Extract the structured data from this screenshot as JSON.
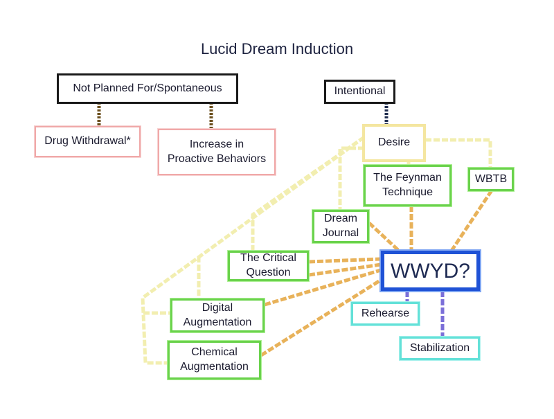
{
  "title": "Lucid Dream Induction",
  "colors": {
    "black": "#1a1a1a",
    "pink": "#f0a8a8",
    "yellow": "#f4e6a0",
    "green": "#6ad24c",
    "cyan": "#63e1d8",
    "blue": "#1f52d6",
    "orange_link": "#e8b25a",
    "purple_link": "#7b6fd8",
    "brown_link": "#6b4f1e",
    "navy_link": "#1f2d4f"
  },
  "nodes": {
    "not_planned": "Not Planned For/Spontaneous",
    "intentional": "Intentional",
    "drug_withdrawal": "Drug Withdrawal*",
    "proactive": "Increase in\nProactive Behaviors",
    "desire": "Desire",
    "feynman": "The Feynman\nTechnique",
    "wbtb": "WBTB",
    "dream_journal": "Dream\nJournal",
    "critical_question": "The Critical\nQuestion",
    "wwyd": "WWYD?",
    "digital": "Digital\nAugmentation",
    "chemical": "Chemical\nAugmentation",
    "rehearse": "Rehearse",
    "stabilization": "Stabilization"
  }
}
